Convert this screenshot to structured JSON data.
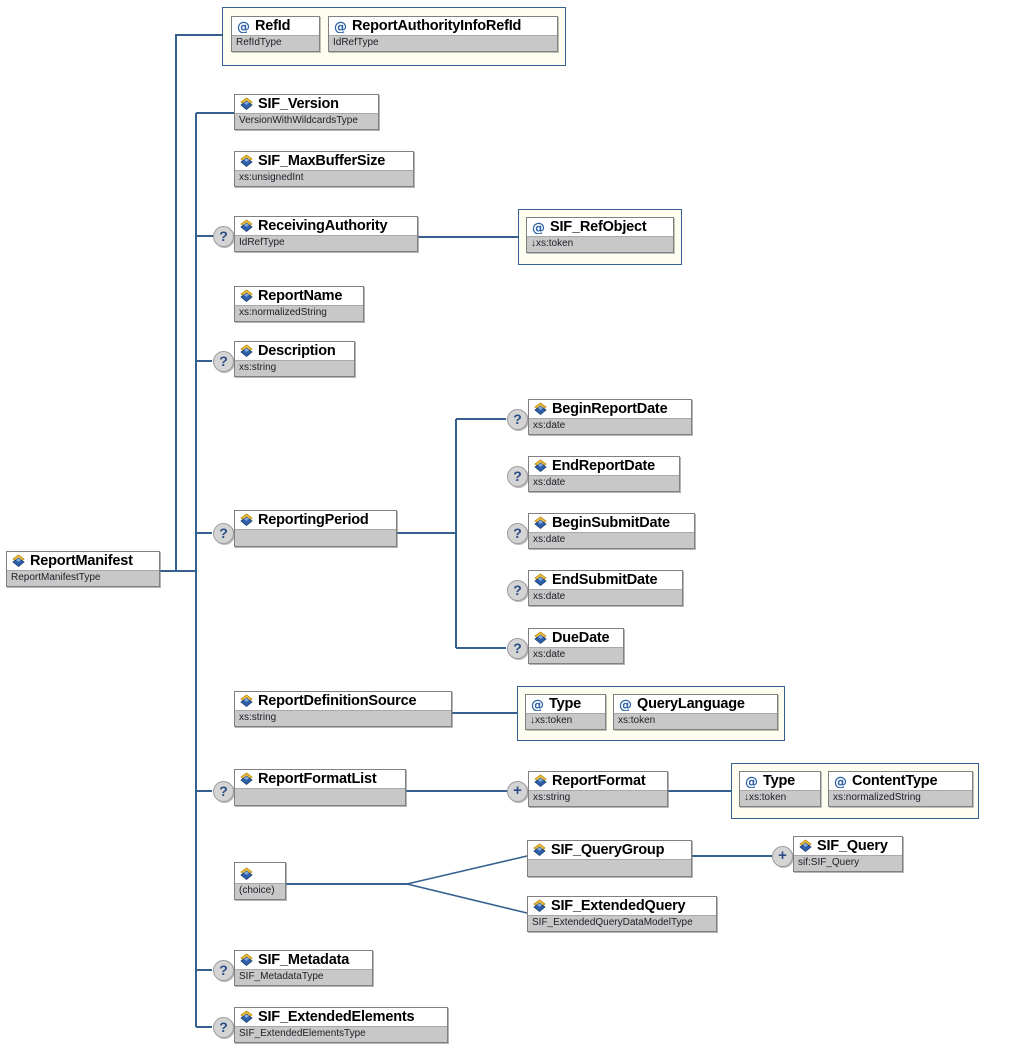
{
  "diagram": {
    "title": "ReportManifest XSD structure diagram",
    "type": "xml-schema-tree",
    "colors": {
      "connector": "#36618e",
      "box_border": "#808080",
      "type_row_bg": "#c8c8c8",
      "attr_group_bg": "#fdfdf0",
      "attr_group_border": "#36618e",
      "marker_bg": "#d4d4d4",
      "marker_glyph": "#2a4d86"
    },
    "markers": {
      "optional": "?",
      "repeating": "+"
    }
  },
  "root": {
    "name": "ReportManifest",
    "type": "ReportManifestType",
    "icon": "element-icon"
  },
  "attribute_group_root": {
    "attributes": [
      {
        "name": "RefId",
        "type": "RefIdType",
        "icon": "at-icon"
      },
      {
        "name": "ReportAuthorityInfoRefId",
        "type": "IdRefType",
        "icon": "at-icon"
      }
    ]
  },
  "elements": [
    {
      "name": "SIF_Version",
      "type": "VersionWithWildcardsType",
      "icon": "element-icon",
      "marker": ""
    },
    {
      "name": "SIF_MaxBufferSize",
      "type": "xs:unsignedInt",
      "icon": "element-icon",
      "marker": ""
    },
    {
      "name": "ReceivingAuthority",
      "type": "IdRefType",
      "icon": "element-icon",
      "marker": "?"
    },
    {
      "name": "ReportName",
      "type": "xs:normalizedString",
      "icon": "element-icon",
      "marker": ""
    },
    {
      "name": "Description",
      "type": "xs:string",
      "icon": "element-icon",
      "marker": "?"
    },
    {
      "name": "ReportingPeriod",
      "type": "",
      "icon": "element-icon",
      "marker": "?"
    },
    {
      "name": "ReportDefinitionSource",
      "type": "xs:string",
      "icon": "element-icon",
      "marker": ""
    },
    {
      "name": "ReportFormatList",
      "type": "",
      "icon": "element-icon",
      "marker": "?"
    },
    {
      "name": "(choice)",
      "type": "(choice)",
      "icon": "element-icon",
      "marker": ""
    },
    {
      "name": "SIF_Metadata",
      "type": "SIF_MetadataType",
      "icon": "element-icon",
      "marker": "?"
    },
    {
      "name": "SIF_ExtendedElements",
      "type": "SIF_ExtendedElementsType",
      "icon": "element-icon",
      "marker": "?"
    }
  ],
  "receiving_authority_attrs": [
    {
      "name": "SIF_RefObject",
      "type": "↓xs:token",
      "icon": "at-icon"
    }
  ],
  "reporting_period_children": [
    {
      "name": "BeginReportDate",
      "type": "xs:date",
      "icon": "element-icon",
      "marker": "?"
    },
    {
      "name": "EndReportDate",
      "type": "xs:date",
      "icon": "element-icon",
      "marker": "?"
    },
    {
      "name": "BeginSubmitDate",
      "type": "xs:date",
      "icon": "element-icon",
      "marker": "?"
    },
    {
      "name": "EndSubmitDate",
      "type": "xs:date",
      "icon": "element-icon",
      "marker": "?"
    },
    {
      "name": "DueDate",
      "type": "xs:date",
      "icon": "element-icon",
      "marker": "?"
    }
  ],
  "report_definition_source_attrs": [
    {
      "name": "Type",
      "type": "↓xs:token",
      "icon": "at-icon"
    },
    {
      "name": "QueryLanguage",
      "type": "xs:token",
      "icon": "at-icon"
    }
  ],
  "report_format": {
    "name": "ReportFormat",
    "type": "xs:string",
    "icon": "element-icon",
    "marker": "+",
    "attributes": [
      {
        "name": "Type",
        "type": "↓xs:token",
        "icon": "at-icon"
      },
      {
        "name": "ContentType",
        "type": "xs:normalizedString",
        "icon": "at-icon"
      }
    ]
  },
  "choice_children": [
    {
      "name": "SIF_QueryGroup",
      "type": "",
      "icon": "element-icon",
      "marker": ""
    },
    {
      "name": "SIF_ExtendedQuery",
      "type": "SIF_ExtendedQueryDataModelType",
      "icon": "element-icon",
      "marker": ""
    }
  ],
  "sif_query": {
    "name": "SIF_Query",
    "type": "sif:SIF_Query",
    "icon": "element-icon",
    "marker": "+"
  },
  "choice_box": {
    "label": "",
    "type": "(choice)",
    "icon": "element-icon"
  }
}
